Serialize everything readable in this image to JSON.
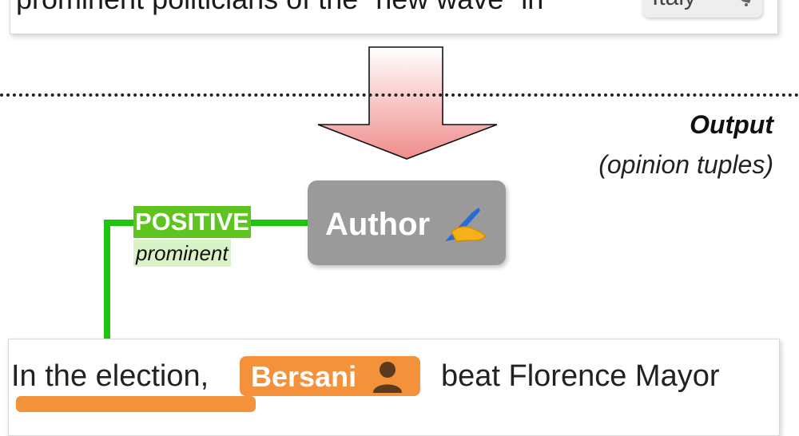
{
  "top": {
    "sentence": "prominent politicians of the “new wave” in",
    "entity": "Italy"
  },
  "output": {
    "title": "Output",
    "subtitle": "(opinion tuples)"
  },
  "author": {
    "label": "Author",
    "icon": "writing-hand-icon"
  },
  "relation": {
    "polarity": "POSITIVE",
    "expression": "prominent",
    "color": "#22c412"
  },
  "bottom": {
    "prefix": "In the election,",
    "entity": "Bersani",
    "suffix": "beat Florence Mayor"
  },
  "colors": {
    "arrow_fill_top": "#ffffff",
    "arrow_fill_bottom": "#f08c8c",
    "entity_chip": "#f4913b",
    "author_node": "#9a9a9a"
  }
}
